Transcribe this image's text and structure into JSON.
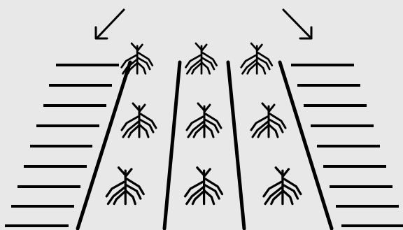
{
  "diagram": {
    "background": "#e8e8e8",
    "ink": "#000000",
    "labels": [],
    "icons": {
      "arrow": "arrow-icon",
      "plant": "corn-plant-icon"
    },
    "plant_rows": 3,
    "plants_per_row": 3,
    "furrow_lines": 4,
    "hatch_lines_per_side": 9
  }
}
